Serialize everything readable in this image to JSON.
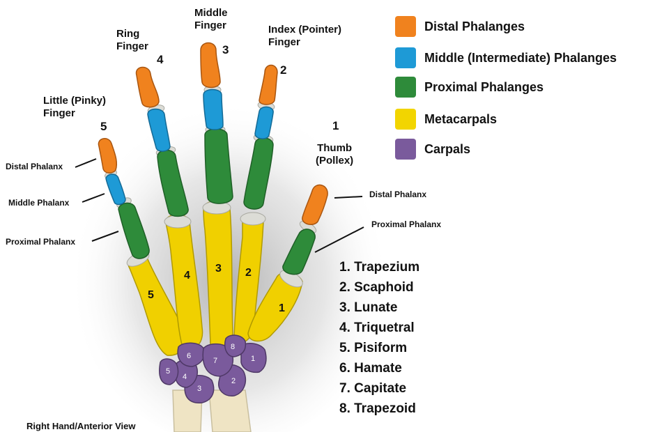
{
  "fingers": {
    "little": {
      "name_line1": "Little (Pinky)",
      "name_line2": "Finger",
      "number": "5"
    },
    "ring": {
      "name_line1": "Ring",
      "name_line2": "Finger",
      "number": "4"
    },
    "middle": {
      "name_line1": "Middle",
      "name_line2": "Finger",
      "number": "3"
    },
    "index": {
      "name_line1": "Index (Pointer)",
      "name_line2": "Finger",
      "number": "2"
    },
    "thumb": {
      "name_line1": "Thumb",
      "name_line2": "(Pollex)",
      "number": "1"
    }
  },
  "side_labels": {
    "pinky_distal": "Distal Phalanx",
    "pinky_middle": "Middle Phalanx",
    "pinky_proximal": "Proximal Phalanx",
    "thumb_distal": "Distal Phalanx",
    "thumb_proximal": "Proximal Phalanx"
  },
  "legend": [
    {
      "label": "Distal Phalanges",
      "color": "#f0821e"
    },
    {
      "label": "Middle (Intermediate) Phalanges",
      "color": "#1e9ad6"
    },
    {
      "label": "Proximal Phalanges",
      "color": "#2e8b3a"
    },
    {
      "label": "Metacarpals",
      "color": "#f2d500"
    },
    {
      "label": "Carpals",
      "color": "#7a5a9c"
    }
  ],
  "metacarpal_numbers": [
    "1",
    "2",
    "3",
    "4",
    "5"
  ],
  "carpal_numbers": [
    "1",
    "2",
    "3",
    "4",
    "5",
    "6",
    "7",
    "8"
  ],
  "carpal_list": [
    "1. Trapezium",
    "2. Scaphoid",
    "3. Lunate",
    "4. Triquetral",
    "5. Pisiform",
    "6. Hamate",
    "7. Capitate",
    "8. Trapezoid"
  ],
  "caption": "Right Hand/Anterior View"
}
